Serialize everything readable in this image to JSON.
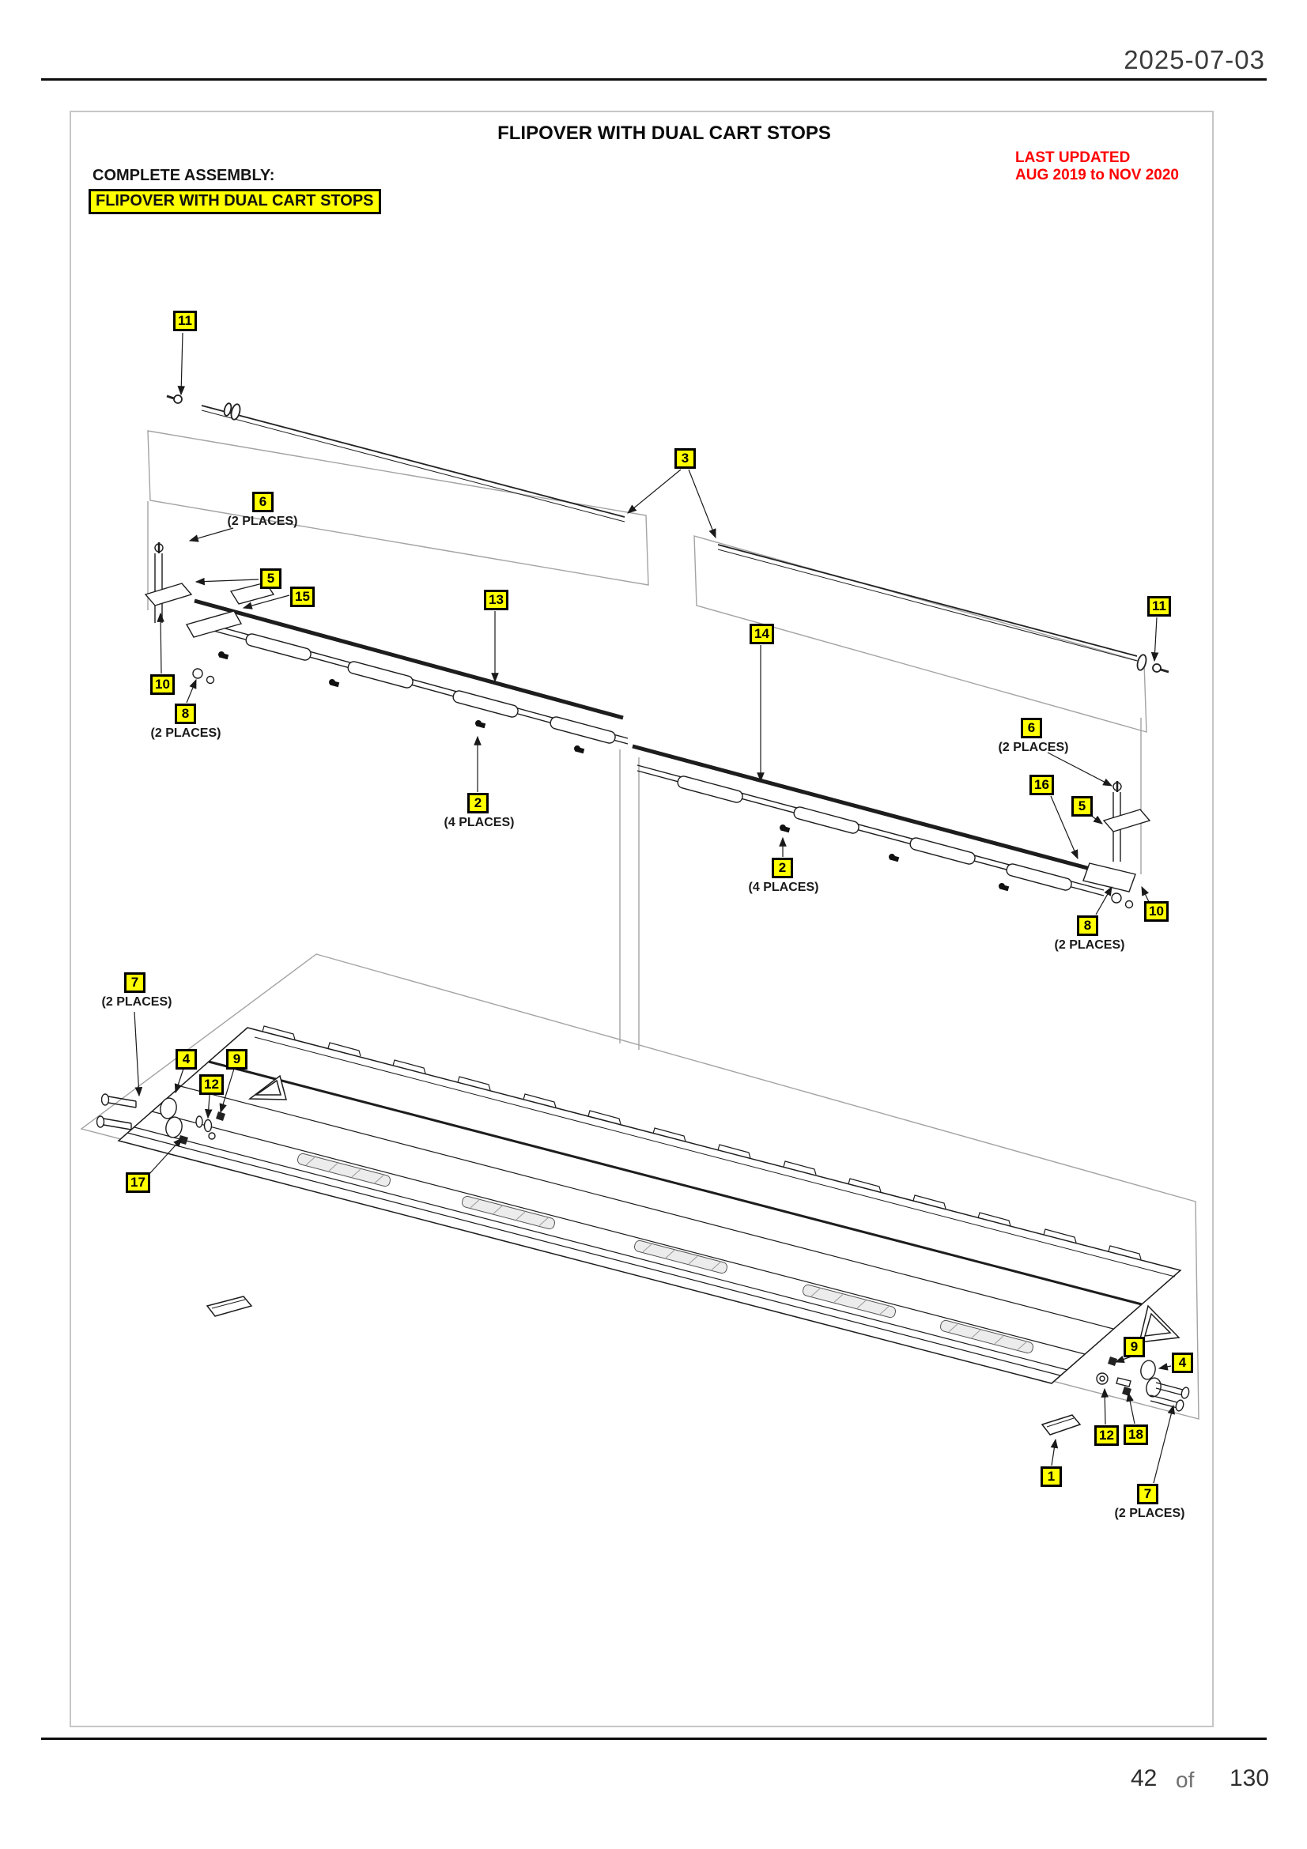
{
  "page": {
    "date": "2025-07-03",
    "footer": {
      "current": "42",
      "separator": "of",
      "total": "130"
    }
  },
  "diagram": {
    "title": "FLIPOVER WITH DUAL CART STOPS",
    "last_updated": {
      "line1": "LAST UPDATED",
      "line2": "AUG 2019 to NOV 2020"
    },
    "complete_assembly_label": "COMPLETE ASSEMBLY:",
    "assembly_name": "FLIPOVER WITH DUAL CART STOPS",
    "callouts": [
      {
        "label": "11"
      },
      {
        "label": "3"
      },
      {
        "label": "6",
        "sub": "(2 PLACES)"
      },
      {
        "label": "5"
      },
      {
        "label": "15"
      },
      {
        "label": "13"
      },
      {
        "label": "14"
      },
      {
        "label": "11"
      },
      {
        "label": "10"
      },
      {
        "label": "8",
        "sub": "(2 PLACES)"
      },
      {
        "label": "6",
        "sub": "(2 PLACES)"
      },
      {
        "label": "16"
      },
      {
        "label": "5"
      },
      {
        "label": "2",
        "sub": "(4 PLACES)"
      },
      {
        "label": "2",
        "sub": "(4 PLACES)"
      },
      {
        "label": "8",
        "sub": "(2 PLACES)"
      },
      {
        "label": "10"
      },
      {
        "label": "7",
        "sub": "(2 PLACES)"
      },
      {
        "label": "4"
      },
      {
        "label": "9"
      },
      {
        "label": "12"
      },
      {
        "label": "17"
      },
      {
        "label": "9"
      },
      {
        "label": "4"
      },
      {
        "label": "12"
      },
      {
        "label": "18"
      },
      {
        "label": "1"
      },
      {
        "label": "7",
        "sub": "(2 PLACES)"
      }
    ]
  },
  "colors": {
    "callout_bg": "#FFFF00",
    "highlight_bg": "#FFFF00",
    "alert_red": "#FF0000",
    "line_dark": "#1a1a1a",
    "line_light": "#a3a3a3"
  }
}
